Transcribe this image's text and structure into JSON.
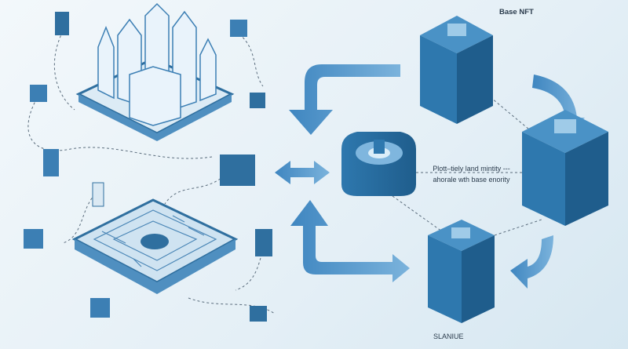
{
  "labels": {
    "base_nft": "Base NFT",
    "caption_line1": "Plott–tiely land mintity ---",
    "caption_line2": "ahorale wth base enority",
    "bottom_server": "SLANIUE"
  },
  "colors": {
    "primary": "#2f7bb0",
    "dark": "#1f5d8c",
    "light": "#bcd9ec",
    "arrow": "#4a90c8"
  }
}
